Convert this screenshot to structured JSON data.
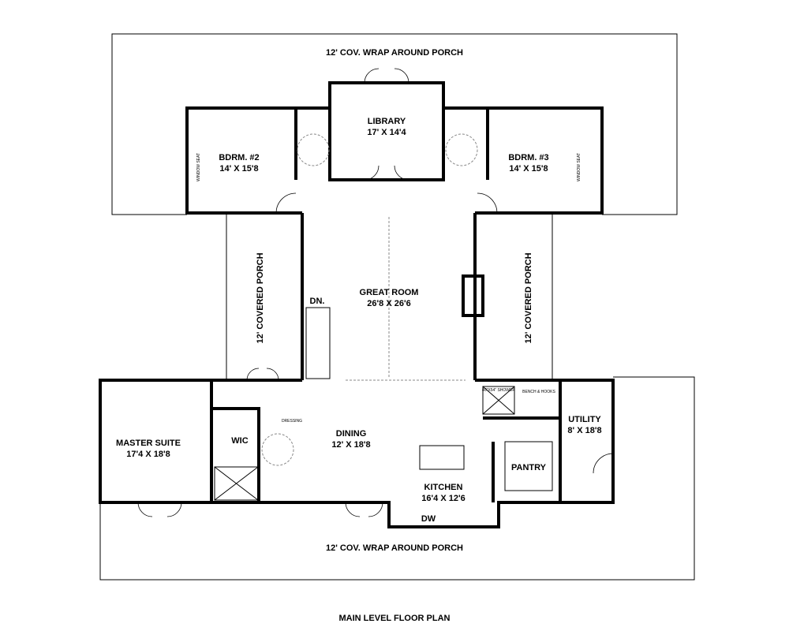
{
  "title": "MAIN LEVEL FLOOR PLAN",
  "rooms": {
    "porch_top": "12' COV. WRAP AROUND PORCH",
    "library": {
      "name": "LIBRARY",
      "size": "17' X 14'4"
    },
    "bdrm2": {
      "name": "BDRM. #2",
      "size": "14' X 15'8"
    },
    "bdrm3": {
      "name": "BDRM. #3",
      "size": "14' X 15'8"
    },
    "window_seat": "WINDOW SEAT",
    "great_room": {
      "name": "GREAT ROOM",
      "size": "26'8 X 26'6"
    },
    "stair": "DN.",
    "porch_left": "12' COVERED PORCH",
    "porch_right": "12' COVERED PORCH",
    "master": {
      "name": "MASTER SUITE",
      "size": "17'4 X 18'8"
    },
    "wic": "WIC",
    "dressing": "DRESSING",
    "dining": {
      "name": "DINING",
      "size": "12' X 18'8"
    },
    "kitchen": {
      "name": "KITCHEN",
      "size": "16'4 X 12'6"
    },
    "dw": "DW",
    "pantry": "PANTRY",
    "utility": {
      "name": "UTILITY",
      "size": "8' X 18'8"
    },
    "bench": "BENCH & HOOKS",
    "shower": "40\"X54\" SHOWER",
    "porch_bottom": "12' COV. WRAP AROUND PORCH"
  }
}
